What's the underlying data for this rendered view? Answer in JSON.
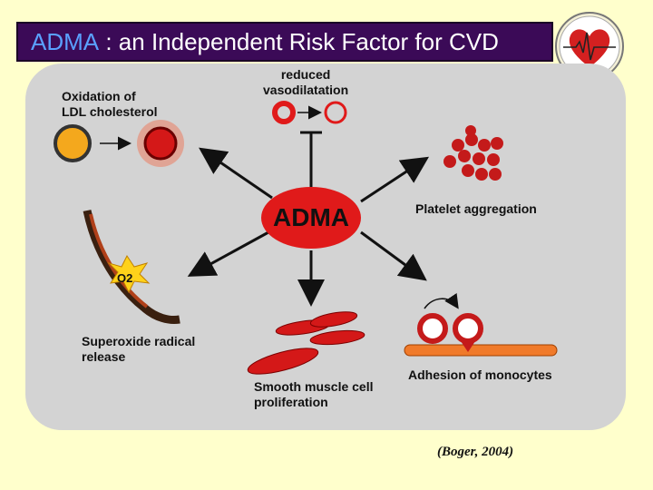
{
  "slide": {
    "title_highlight": "ADMA",
    "title_rest": " : an Independent Risk Factor for CVD",
    "logo_icon": "heart-ecg-icon",
    "citation": "(Boger, 2004)"
  },
  "diagram": {
    "center_label": "ADMA",
    "labels": {
      "oxidation": "Oxidation of\nLDL cholesterol",
      "vasodilatation": "reduced\nvasodilatation",
      "platelet": "Platelet aggregation",
      "superoxide": "Superoxide radical\nrelease",
      "smooth_muscle": "Smooth muscle cell\nproliferation",
      "adhesion": "Adhesion of monocytes",
      "o2": "O2"
    }
  },
  "colors": {
    "title_bg": "#3b0a57",
    "title_accent": "#5aa0ff",
    "background": "#ffffcc",
    "panel": "#d3d3d3",
    "red": "#e01a1a"
  }
}
